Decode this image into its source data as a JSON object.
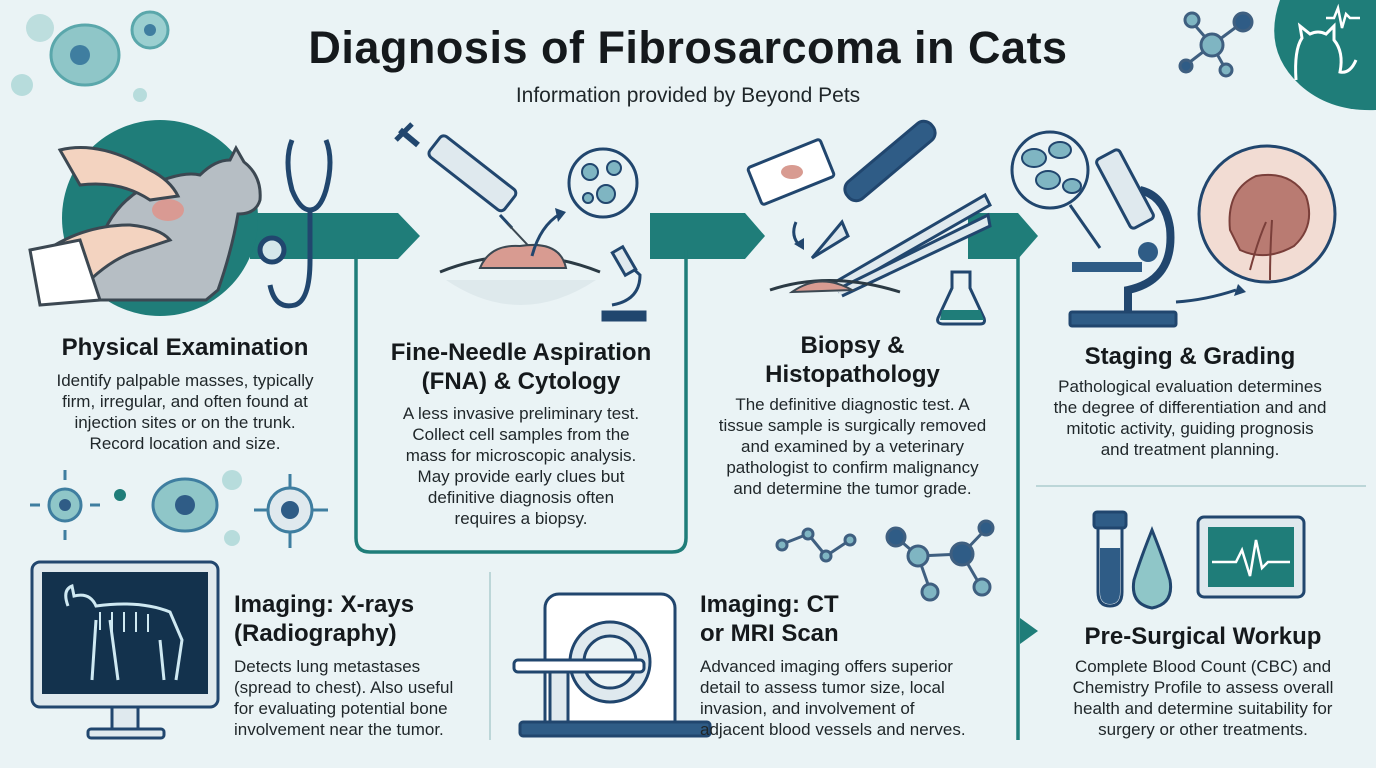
{
  "header": {
    "title": "Diagnosis of Fibrosarcoma in Cats",
    "subtitle": "Information provided by Beyond Pets"
  },
  "colors": {
    "background": "#eaf3f5",
    "teal": "#1f7d79",
    "navy": "#21466e",
    "heading": "#15191c"
  },
  "steps": [
    {
      "heading": "Physical Examination",
      "body_lines": [
        "Identify palpable masses, typically",
        "firm, irregular, and often found at",
        "injection sites or on the trunk.",
        "Record location and size."
      ],
      "icons": [
        "cat-exam-icon",
        "stethoscope-icon"
      ]
    },
    {
      "heading_lines": [
        "Fine-Needle Aspiration",
        "(FNA) & Cytology"
      ],
      "body_lines": [
        "A less invasive preliminary test.",
        "Collect cell samples from the",
        "mass for microscopic analysis.",
        "May provide early clues but",
        "definitive diagnosis often",
        "requires a biopsy."
      ],
      "icons": [
        "syringe-icon",
        "cell-sample-icon",
        "microscope-icon"
      ]
    },
    {
      "heading_lines": [
        "Biopsy &",
        "Histopathology"
      ],
      "body_lines": [
        "The definitive diagnostic test. A",
        "tissue sample is surgically removed",
        "and examined by a veterinary",
        "pathologist to confirm malignancy",
        "and determine the tumor grade."
      ],
      "icons": [
        "slide-icon",
        "scalpel-icon",
        "forceps-icon",
        "flask-icon"
      ]
    },
    {
      "heading": "Staging & Grading",
      "body_lines": [
        "Pathological evaluation determines",
        "the degree of differentiation and and",
        "mitotic activity, guiding prognosis",
        "and treatment planning."
      ],
      "icons": [
        "cells-icon",
        "microscope-icon",
        "tumor-magnified-icon"
      ]
    }
  ],
  "imaging": [
    {
      "heading_lines": [
        "Imaging: X-rays",
        "(Radiography)"
      ],
      "body_lines": [
        "Detects lung metastases",
        "(spread to chest). Also useful",
        "for evaluating potential bone",
        "involvement near the tumor."
      ],
      "icon": "xray-monitor-icon"
    },
    {
      "heading_lines": [
        "Imaging: CT",
        "or MRI Scan"
      ],
      "body_lines": [
        "Advanced imaging offers superior",
        "detail to assess tumor size, local",
        "invasion, and involvement of",
        "adjacent blood vessels and nerves."
      ],
      "icon": "ct-scanner-icon"
    }
  ],
  "workup": {
    "heading": "Pre-Surgical Workup",
    "body_lines": [
      "Complete Blood Count (CBC) and",
      "Chemistry Profile to assess overall",
      "health and determine suitability for",
      "surgery or other treatments."
    ],
    "icons": [
      "blood-tube-icon",
      "drop-icon",
      "ecg-monitor-icon"
    ]
  }
}
